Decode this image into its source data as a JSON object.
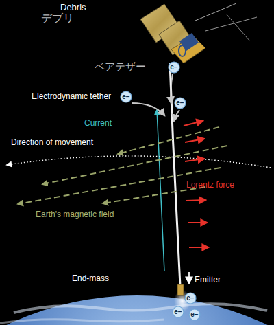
{
  "diagram": {
    "nodes": [
      {
        "text": [
          "e−"
        ]
      },
      {
        "text": [
          "e−"
        ]
      },
      {
        "text": [
          "e−"
        ]
      },
      {
        "text": [
          "e−"
        ]
      },
      {
        "text": [
          "e−"
        ]
      },
      {
        "text": [
          "e−"
        ]
      }
    ],
    "labels": [
      "Debris",
      "デブリ",
      "ベアテザー",
      "Electrodynamic tether",
      "Current",
      "Direction of movement",
      "Lorentz force",
      "Earth's magnetic field",
      "End-mass",
      "Emitter"
    ]
  }
}
